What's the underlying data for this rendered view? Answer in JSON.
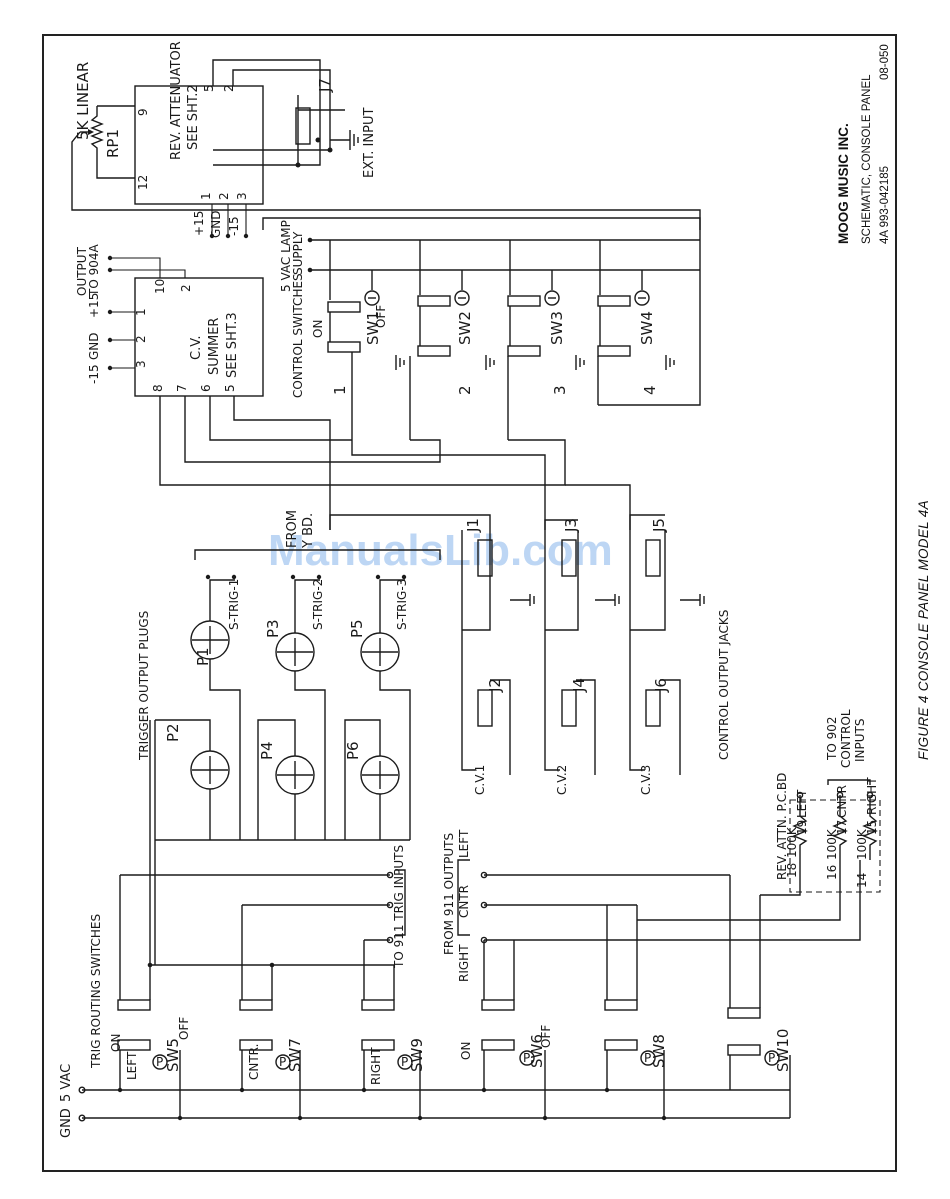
{
  "title_block": {
    "company": "MOOG MUSIC INC.",
    "schematic": "SCHEMATIC, CONSOLE PANEL",
    "model_line": "4A  993-042185",
    "doc_number": "08-050"
  },
  "caption": "FIGURE 4 CONSOLE PANEL MODEL 4A",
  "watermark": "ManualsLib.com",
  "rev_attenuator": {
    "label_1": "REV. ATTENUATOR",
    "label_2": "SEE SHT.2",
    "pins": {
      "p9": "9",
      "p12": "12",
      "p5": "5",
      "p2": "2",
      "p1": "1",
      "p2b": "2",
      "p3": "3"
    },
    "supply_1": "+15",
    "supply_2": "GND",
    "supply_3": "-15"
  },
  "pot": {
    "value": "5K LINEAR",
    "ref": "RP1"
  },
  "j7": {
    "ref": "J7",
    "label": "EXT. INPUT"
  },
  "cv_summer": {
    "label_1": "C.V.",
    "label_2": "SUMMER",
    "label_3": "SEE SHT.3",
    "pins": {
      "p3": "3",
      "p2": "2",
      "p1": "1",
      "p10": "10",
      "p2b": "2",
      "p8": "8",
      "p7": "7",
      "p6": "6",
      "p5": "5"
    },
    "supply_labels": [
      "-15",
      "GND",
      "+15"
    ],
    "output_label_1": "OUTPUT",
    "output_label_2": "TO 904A"
  },
  "lamp_supply": {
    "label_1": "5 VAC LAMP",
    "label_2": "SUPPLY"
  },
  "control_switches": {
    "label": "CONTROL SWITCHES",
    "on": "ON",
    "off": "OFF",
    "switches": [
      "SW1",
      "SW2",
      "SW3",
      "SW4"
    ],
    "numbers": [
      "1",
      "2",
      "3",
      "4"
    ]
  },
  "from_board": {
    "label_1": "FROM",
    "label_2": "Y BD."
  },
  "trigger_plugs": {
    "heading": "TRIGGER OUTPUT PLUGS",
    "plugs": [
      "P1",
      "P2",
      "P3",
      "P4",
      "P5",
      "P6"
    ],
    "s_trig": [
      "S-TRIG-1",
      "S-TRIG-2",
      "S-TRIG-3"
    ]
  },
  "control_jacks": {
    "heading": "CONTROL OUTPUT JACKS",
    "jacks": [
      "J1",
      "J2",
      "J3",
      "J4",
      "J5",
      "J6"
    ],
    "cv": [
      "C.V.1",
      "C.V.2",
      "C.V.3"
    ]
  },
  "trig_routing": {
    "heading": "TRIG ROUTING SWITCHES",
    "on": "ON",
    "off": "OFF",
    "switches": [
      "SW5",
      "SW7",
      "SW9"
    ],
    "positions": [
      "LEFT",
      "CNTR.",
      "RIGHT"
    ],
    "to_911": "TO 911 TRIG INPUTS"
  },
  "output_routing": {
    "on": "ON",
    "off": "OFF",
    "switches": [
      "SW6",
      "SW8",
      "SW10"
    ],
    "from_911": "FROM 911 OUTPUTS",
    "right": "RIGHT",
    "cntr": "CNTR",
    "left": "LEFT"
  },
  "rev_attn_pcb": {
    "label": "REV. ATTN. P.C.BD",
    "resistors": [
      {
        "value": "100K",
        "pin_a": "18",
        "pin_b": "19",
        "name": "LEFT"
      },
      {
        "value": "100K",
        "pin_a": "16",
        "pin_b": "17",
        "name": "CNTR"
      },
      {
        "value": "100K",
        "pin_a": "14",
        "pin_b": "15",
        "name": "RIGHT"
      }
    ],
    "to_902_1": "TO 902",
    "to_902_2": "CONTROL",
    "to_902_3": "INPUTS"
  },
  "power_rails": {
    "gnd": "GND",
    "vac": "5 VAC"
  }
}
